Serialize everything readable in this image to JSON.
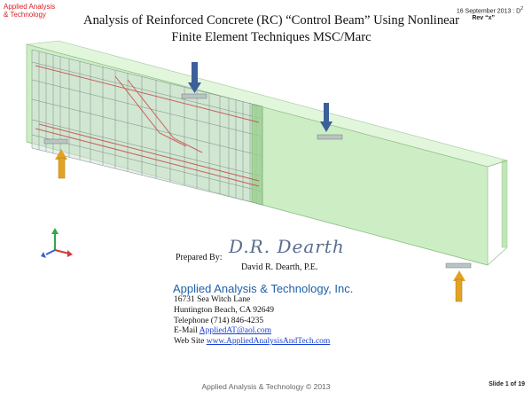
{
  "header": {
    "brand_line1": "Applied Analysis",
    "brand_line2": "& Technology",
    "title_line1": "Analysis of Reinforced Concrete (RC) “Control Beam” Using Nonlinear",
    "title_line2": "Finite Element Techniques MSC/Marc",
    "date": "16 September 2013 : D",
    "date_superscript": "2",
    "revision": "Rev “x”"
  },
  "colors": {
    "brand": "#d81f26",
    "beam_fill": "#cdeec5",
    "load_arrow": "#3b5f99",
    "support_arrow": "#e2a324",
    "company": "#1f5fa8",
    "link": "#1a3fd0"
  },
  "figure": {
    "subject": "3D finite element model of reinforced concrete beam with rebar, two downward load arrows and two upward support arrows",
    "icons": [
      "load-arrow-icon",
      "load-arrow-icon",
      "support-arrow-icon",
      "support-arrow-icon",
      "coordinate-axes-icon"
    ]
  },
  "prepared": {
    "label": "Prepared By:",
    "signature": "D.R. Dearth",
    "author": "David R. Dearth, P.E."
  },
  "company": {
    "name": "Applied Analysis & Technology, Inc.",
    "street": "16731 Sea Witch Lane",
    "city": "Huntington Beach, CA 92649",
    "telephone": "Telephone (714) 846-4235",
    "email_label": "E-Mail ",
    "email": "AppliedAT@aol.com",
    "web_label": "Web Site ",
    "web": "www.AppliedAnalysisAndTech.com"
  },
  "footer": {
    "copyright": "Applied Analysis & Technology © 2013",
    "slide": "Slide 1 of 19"
  }
}
